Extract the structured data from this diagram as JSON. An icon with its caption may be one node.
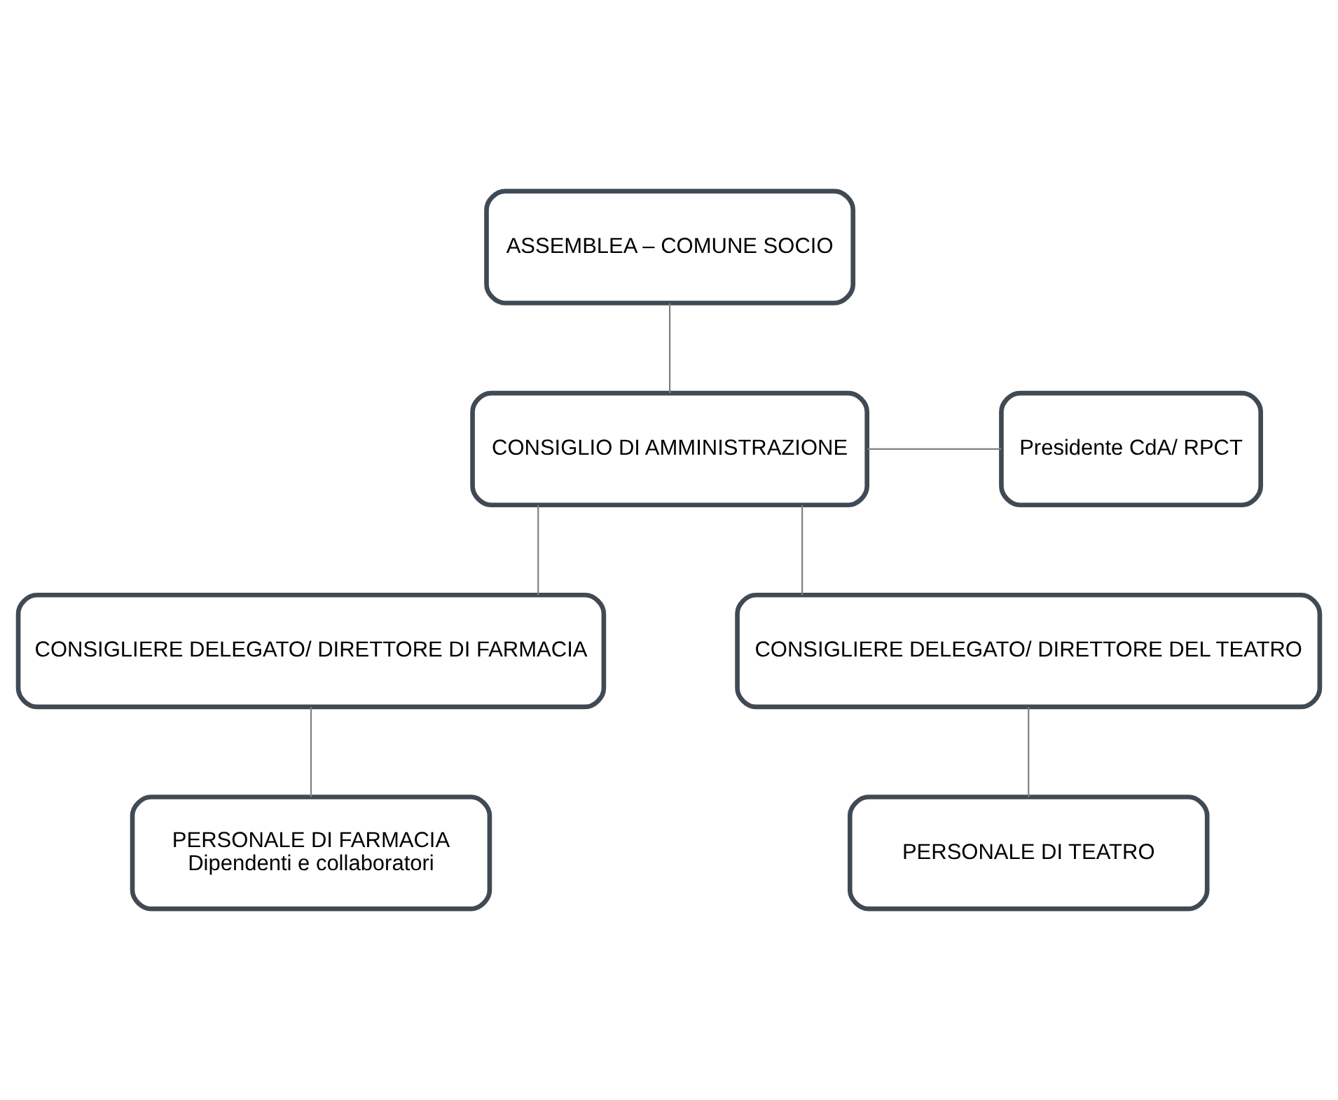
{
  "diagram": {
    "nodes": [
      {
        "text": [
          "ASSEMBLEA – COMUNE SOCIO"
        ]
      },
      {
        "text": [
          "CONSIGLIO DI AMMINISTRAZIONE"
        ]
      },
      {
        "text": [
          "Presidente CdA/ RPCT"
        ]
      },
      {
        "text": [
          "CONSIGLIERE DELEGATO/ DIRETTORE DI FARMACIA"
        ]
      },
      {
        "text": [
          "CONSIGLIERE DELEGATO/ DIRETTORE DEL TEATRO"
        ]
      },
      {
        "text": [
          "PERSONALE DI FARMACIA",
          "Dipendenti e collaboratori"
        ]
      },
      {
        "text": [
          "PERSONALE DI TEATRO"
        ]
      }
    ],
    "edges": [
      {
        "from": 0,
        "to": 1,
        "arrow": "none"
      },
      {
        "from": 1,
        "to": 2,
        "arrow": "none"
      },
      {
        "from": 1,
        "to": 3,
        "arrow": "none"
      },
      {
        "from": 1,
        "to": 4,
        "arrow": "none"
      },
      {
        "from": 3,
        "to": 5,
        "arrow": "none"
      },
      {
        "from": 4,
        "to": 6,
        "arrow": "none"
      }
    ]
  }
}
